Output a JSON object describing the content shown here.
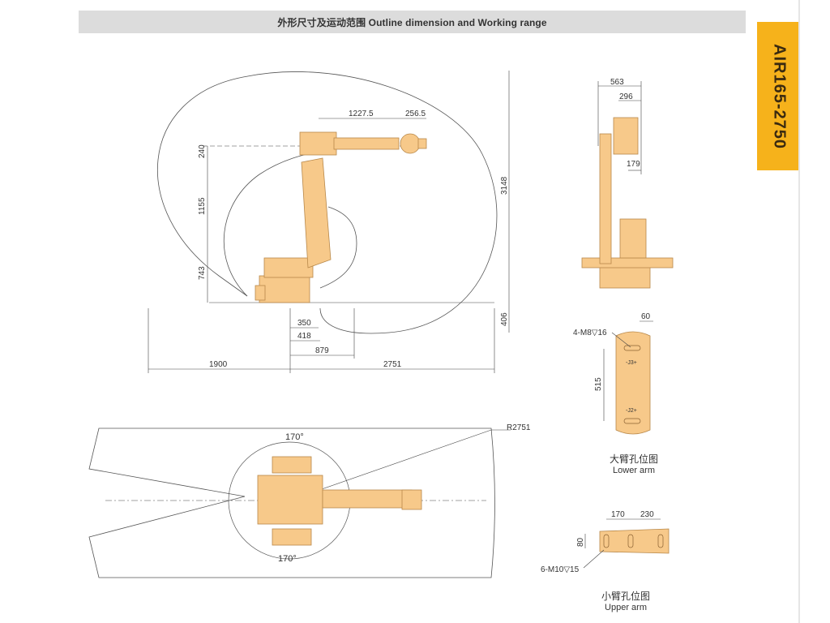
{
  "header": {
    "title": "外形尺寸及运动范围 Outline dimension and Working range"
  },
  "model": {
    "name": "AIR165-2750"
  },
  "colors": {
    "robot": "#f7c98a",
    "robot_stroke": "#b8884a",
    "tab": "#f6b21b",
    "line": "#444444"
  },
  "side_view": {
    "dims": {
      "upper_len": "1227.5",
      "wrist": "256.5",
      "arm_offset": "240",
      "lower_arm": "1155",
      "base_height": "743",
      "total_height": "3148",
      "below_base": "406",
      "d350": "350",
      "d418": "418",
      "d879": "879",
      "reach_back": "1900",
      "reach_front": "2751"
    }
  },
  "front_view": {
    "dims": {
      "w563": "563",
      "w296": "296",
      "w179": "179"
    }
  },
  "lower_arm": {
    "dims": {
      "d60": "60",
      "d515": "515",
      "holes": "4-M8▽16"
    },
    "labels": {
      "j3": "-J3+",
      "j2": "-J2+"
    },
    "caption_cn": "大臂孔位图",
    "caption_en": "Lower arm"
  },
  "upper_arm": {
    "dims": {
      "d170": "170",
      "d230": "230",
      "d80": "80",
      "holes": "6-M10▽15"
    },
    "caption_cn": "小臂孔位图",
    "caption_en": "Upper arm"
  },
  "top_view": {
    "dims": {
      "radius": "R2751",
      "angle_top": "170°",
      "angle_bottom": "170°"
    }
  }
}
